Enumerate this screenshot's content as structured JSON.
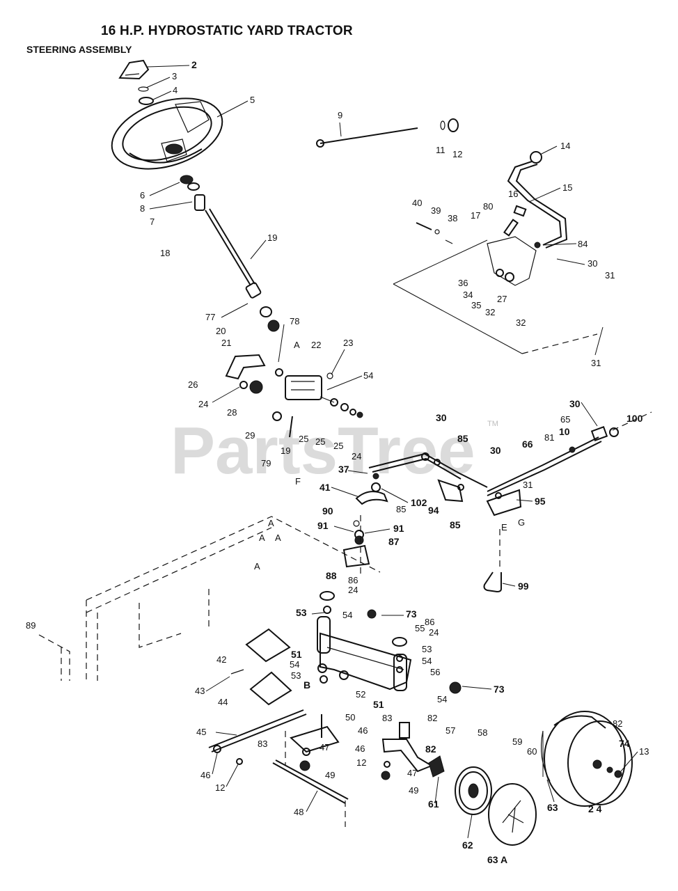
{
  "title": "16 H.P. HYDROSTATIC YARD TRACTOR",
  "subtitle": "STEERING ASSEMBLY",
  "watermark": "PartsTree",
  "watermark_tm": "TM",
  "callouts": [
    "2",
    "3",
    "4",
    "5",
    "6",
    "8",
    "7",
    "18",
    "19",
    "77",
    "20",
    "21",
    "78",
    "A",
    "22",
    "23",
    "54",
    "26",
    "24",
    "28",
    "29",
    "19",
    "79",
    "25",
    "25",
    "25",
    "9",
    "11",
    "12",
    "14",
    "15",
    "16",
    "80",
    "17",
    "40",
    "39",
    "38",
    "84",
    "30",
    "31",
    "36",
    "34",
    "35",
    "27",
    "32",
    "32",
    "31",
    "30",
    "65",
    "100",
    "10",
    "81",
    "66",
    "30",
    "85",
    "24",
    "37",
    "30",
    "85",
    "102",
    "94",
    "85",
    "31",
    "95",
    "E",
    "G",
    "99",
    "F",
    "41",
    "90",
    "91",
    "91",
    "87",
    "A",
    "A",
    "A",
    "A",
    "88",
    "86",
    "24",
    "53",
    "54",
    "73",
    "89",
    "55",
    "86",
    "24",
    "53",
    "54",
    "51",
    "54",
    "53",
    "56",
    "42",
    "B",
    "52",
    "54",
    "73",
    "43",
    "44",
    "50",
    "83",
    "82",
    "57",
    "58",
    "59",
    "60",
    "45",
    "83",
    "46",
    "47",
    "46",
    "49",
    "12",
    "82",
    "47",
    "49",
    "61",
    "62",
    "63 A",
    "63",
    "82",
    "74",
    "13",
    "2 4",
    "46",
    "12",
    "48",
    "51"
  ]
}
